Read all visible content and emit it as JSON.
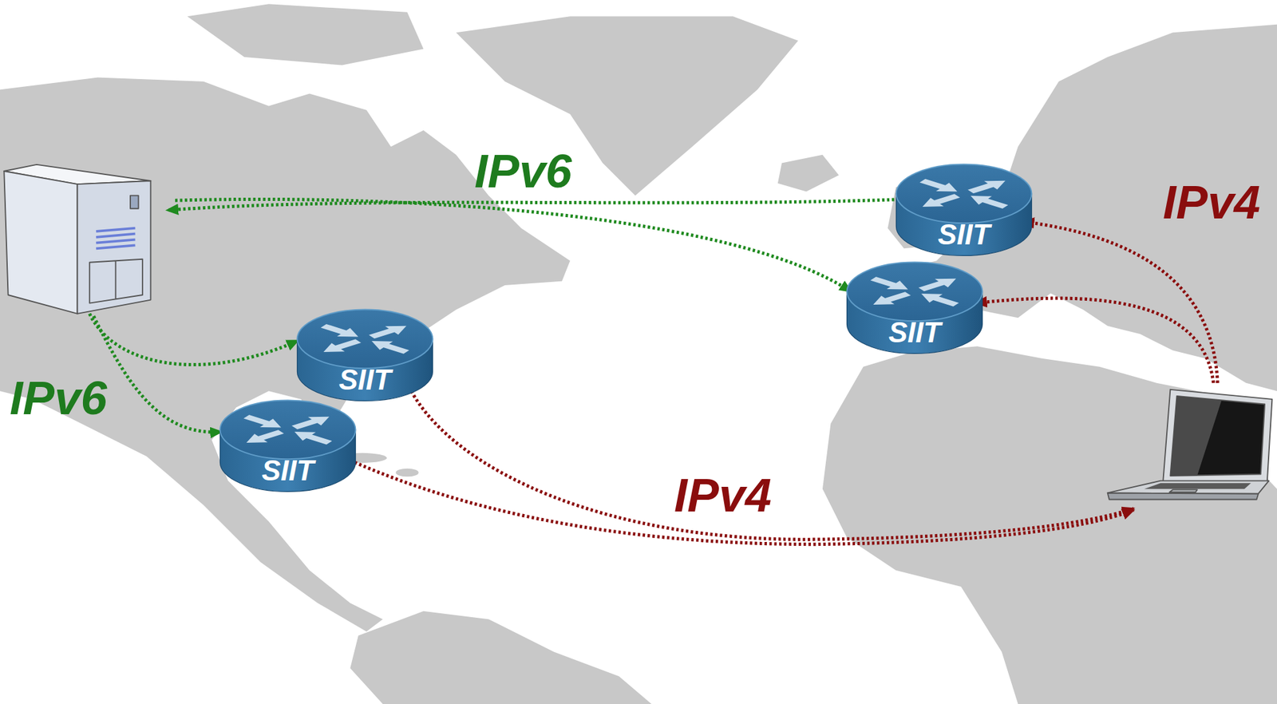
{
  "diagram": {
    "nodes": [
      {
        "text": [
          "SIIT"
        ]
      },
      {
        "text": [
          "SIIT"
        ]
      },
      {
        "text": [
          "SIIT"
        ]
      },
      {
        "text": [
          "SIIT"
        ]
      }
    ],
    "labels": [
      "IPv6",
      "IPv4",
      "IPv6",
      "IPv4"
    ]
  }
}
